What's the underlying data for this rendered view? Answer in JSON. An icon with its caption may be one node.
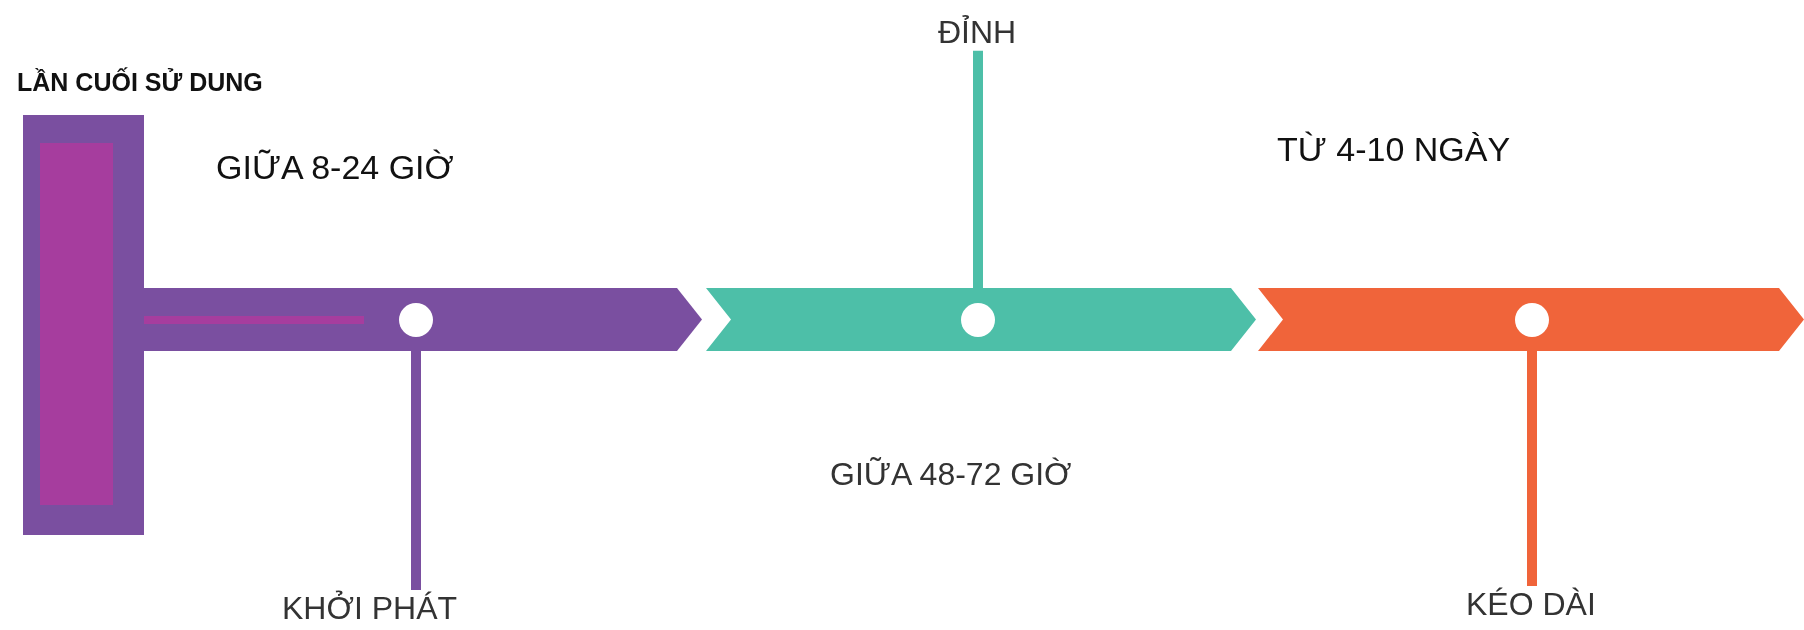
{
  "diagram": {
    "nodes": [
      {
        "text": [],
        "shape": "bar"
      },
      {
        "text": [],
        "shape": "bar"
      },
      {
        "text": [],
        "shape": "bar"
      },
      {
        "text": [],
        "shape": "circle",
        "in": 0
      },
      {
        "text": [],
        "shape": "circle",
        "in": 1
      },
      {
        "text": [],
        "shape": "circle",
        "in": 2
      },
      {
        "text": [
          "KHỞI PHÁT"
        ]
      },
      {
        "text": [
          "ĐỈNH"
        ]
      },
      {
        "text": [
          "KÉO DÀI"
        ]
      }
    ],
    "edges": [
      {
        "from": 6,
        "to": 3,
        "arrow": "none",
        "color": "#7a4fa0"
      },
      {
        "from": 7,
        "to": 4,
        "arrow": "none",
        "color": "#4dbfa8"
      },
      {
        "from": 8,
        "to": 5,
        "arrow": "none",
        "color": "#f0643a"
      }
    ],
    "labels": [
      "LẦN CUỐI SỬ DUNG",
      "GIỮA 8-24 GIỜ",
      "TỪ 4-10 NGÀY",
      "GIỮA 48-72 GIỜ"
    ]
  }
}
